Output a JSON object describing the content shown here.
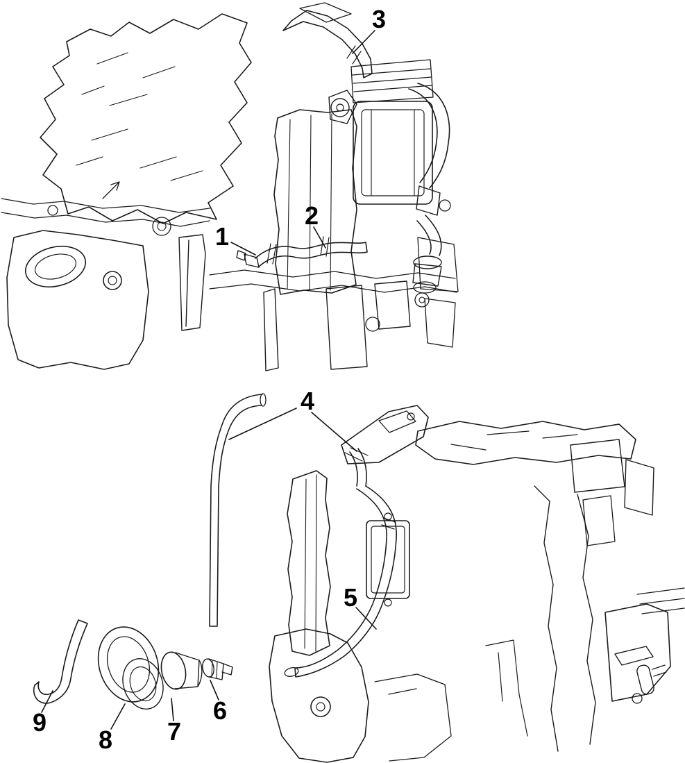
{
  "page": {
    "type": "parts-diagram",
    "description": "Outboard engine hose routing parts diagram, two line-art views with numbered callouts",
    "background": "#ffffff",
    "line_color": "#1a1a1a",
    "label_color": "#000000"
  },
  "callouts": [
    {
      "label": "1"
    },
    {
      "label": "2"
    },
    {
      "label": "3"
    },
    {
      "label": "4"
    },
    {
      "label": "5"
    },
    {
      "label": "6"
    },
    {
      "label": "7"
    },
    {
      "label": "8"
    },
    {
      "label": "9"
    }
  ]
}
